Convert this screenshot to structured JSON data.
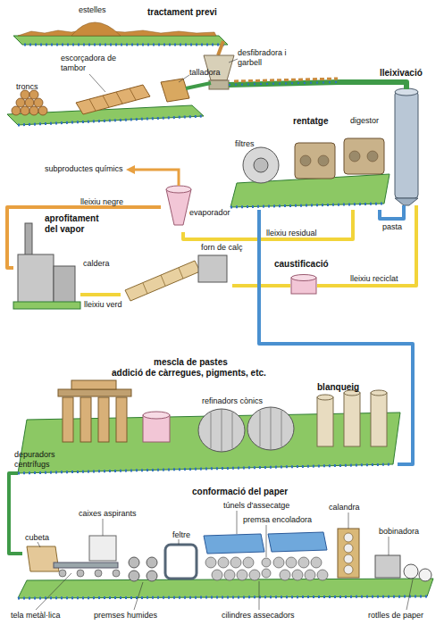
{
  "diagram": {
    "nodes": [
      {
        "text": [
          "tractament previ"
        ]
      },
      {
        "text": [
          "lleixivació",
          "digestor"
        ]
      },
      {
        "text": [
          "rentatge",
          "filtres"
        ]
      },
      {
        "text": [
          "evaporador"
        ]
      },
      {
        "text": [
          "aprofitament del vapor",
          "caldera"
        ]
      },
      {
        "text": [
          "forn de calç"
        ]
      },
      {
        "text": [
          "caustificació"
        ]
      },
      {
        "text": [
          "mescla de pastes",
          "addició de càrregues, pigments, etc.",
          "blanqueig"
        ]
      },
      {
        "text": [
          "conformació del paper"
        ]
      }
    ],
    "edges": [
      {
        "from": 0,
        "to": 1,
        "arrow": "none"
      },
      {
        "from": 1,
        "to": 2,
        "label": "pasta",
        "arrow": "none"
      },
      {
        "from": 2,
        "to": 3,
        "label": "lleixiu residual",
        "arrow": "none"
      },
      {
        "from": 3,
        "to": 4,
        "label": "lleixiu negre",
        "arrow": "none"
      },
      {
        "from": 4,
        "to": 5,
        "label": "lleixiu verd",
        "arrow": "none"
      },
      {
        "from": 5,
        "to": 6,
        "arrow": "none"
      },
      {
        "from": 6,
        "to": 1,
        "label": "lleixiu reciclat",
        "arrow": "none"
      },
      {
        "from": 2,
        "to": 7,
        "arrow": "none"
      },
      {
        "from": 7,
        "to": 8,
        "arrow": "none"
      }
    ],
    "labels": [
      "estelles",
      "troncs",
      "escorçadora de tambor",
      "talladora",
      "desfibradora i garbell",
      "subproductes químics",
      "refinadors cònics",
      "depuradors centrífugs",
      "cubeta",
      "caixes aspirants",
      "feltre",
      "túnels d'assecatge",
      "premsa encoladora",
      "calandra",
      "bobinadora",
      "tela metàl·lica",
      "premses humides",
      "cilindres assecadors",
      "rotlles de paper"
    ]
  }
}
